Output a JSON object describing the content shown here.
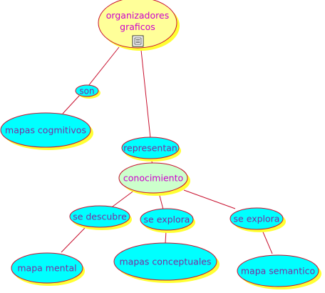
{
  "colors": {
    "edge": "#c8102e",
    "text_magenta": "#cc00cc",
    "text_purple": "#7a2fa0",
    "shadow": "#ffff33",
    "root_fill": "#ffff99",
    "main_fill": "#ccffcc",
    "node_fill": "#00ffff",
    "node_stroke": "#c8102e"
  },
  "nodes": {
    "root": {
      "line1": "organizadores",
      "line2": "graficos",
      "icon": "document-icon"
    },
    "son": {
      "label": "son"
    },
    "mapas_cogmitivos": {
      "label": "mapas cogmitivos"
    },
    "representan": {
      "label": "representan"
    },
    "conocimiento": {
      "label": "conocimiento"
    },
    "se_descubre": {
      "label": "se descubre"
    },
    "se_explora_1": {
      "label": "se explora"
    },
    "se_explora_2": {
      "label": "se explora"
    },
    "mapa_mental": {
      "label": "mapa mental"
    },
    "mapas_conceptuales": {
      "label": "mapas conceptuales"
    },
    "mapa_semantico": {
      "label": "mapa semantico"
    }
  }
}
